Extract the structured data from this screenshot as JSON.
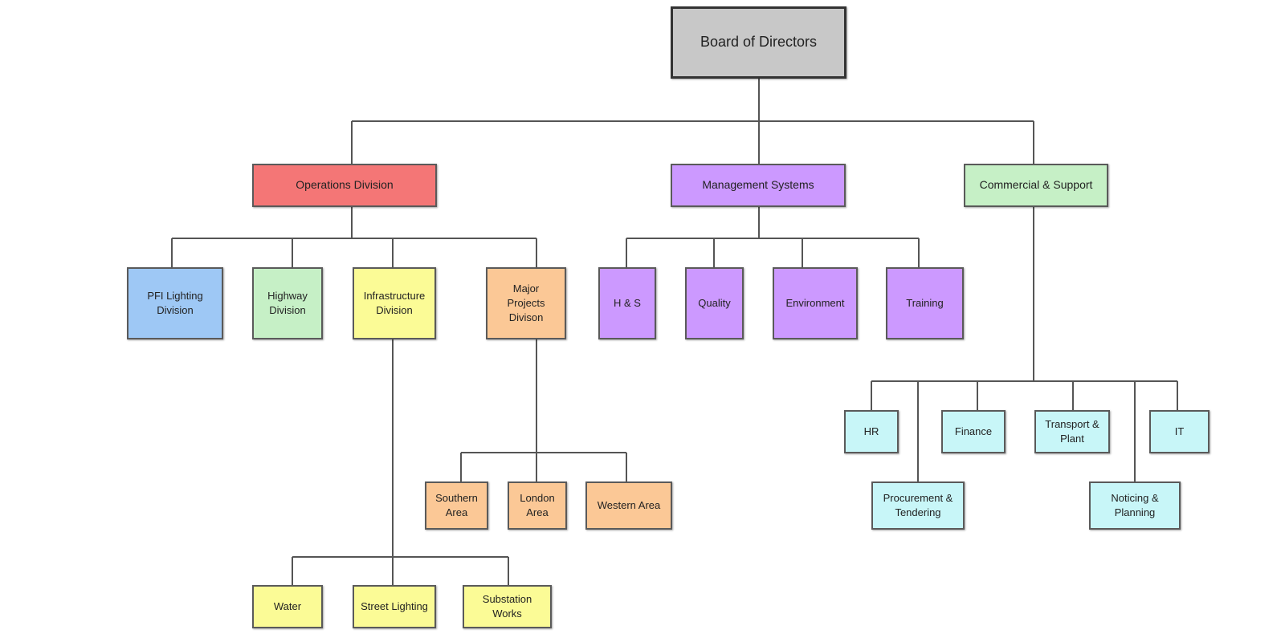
{
  "colors": {
    "board": "#c8c8c8",
    "operations": "#f47676",
    "pfi": "#9ec8f5",
    "highway": "#c6f0c6",
    "infrastructure": "#fbfb96",
    "major_projects": "#fbc896",
    "management": "#cc99ff",
    "commercial": "#c6f0c6",
    "support_services": "#c8f6f8"
  },
  "nodes": {
    "board": "Board of Directors",
    "operations": "Operations Division",
    "management": "Management Systems",
    "commercial": "Commercial & Support",
    "pfi": "PFI Lighting\nDivision",
    "highway": "Highway\nDivision",
    "infrastructure": "Infrastructure\nDivision",
    "major_projects": "Major\nProjects\nDivison",
    "hs": "H & S",
    "quality": "Quality",
    "environment": "Environment",
    "training": "Training",
    "water": "Water",
    "street_lighting": "Street Lighting",
    "substation": "Substation\nWorks",
    "southern": "Southern\nArea",
    "london": "London\nArea",
    "western": "Western Area",
    "hr": "HR",
    "finance": "Finance",
    "transport": "Transport &\nPlant",
    "it": "IT",
    "procurement": "Procurement &\nTendering",
    "noticing": "Noticing &\nPlanning"
  }
}
